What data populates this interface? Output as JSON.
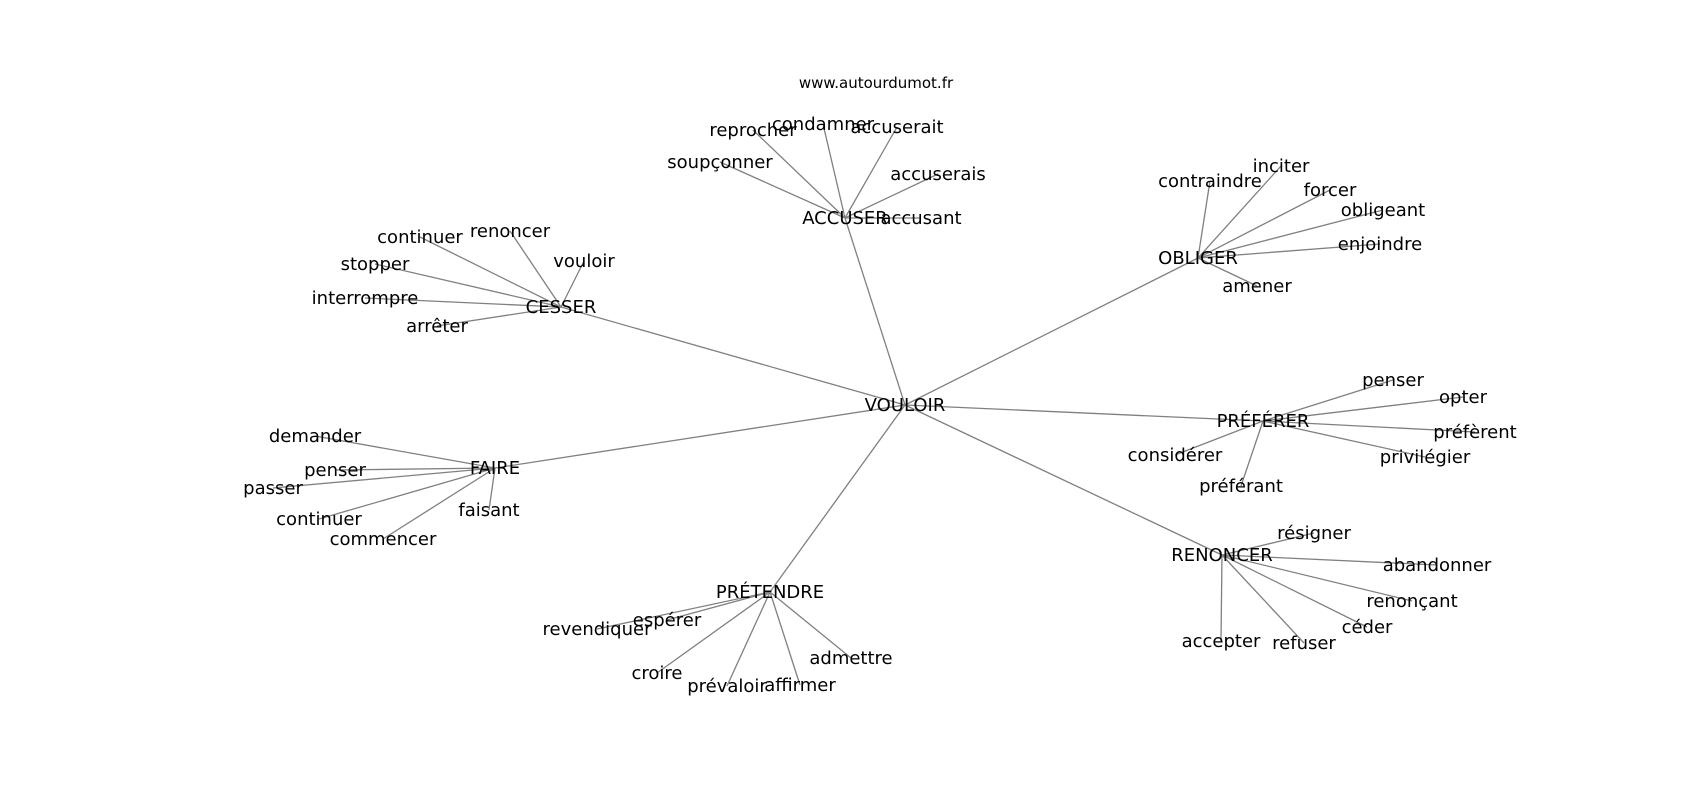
{
  "source_label": "www.autourdumot.fr",
  "edge_color": "#808080",
  "root": "VOULOIR",
  "groups": [
    {
      "label": "CESSER",
      "children": [
        "continuer",
        "renoncer",
        "vouloir",
        "stopper",
        "interrompre",
        "arrêter"
      ]
    },
    {
      "label": "ACCUSER",
      "children": [
        "reprocher",
        "condamner",
        "accuserait",
        "soupçonner",
        "accuserais",
        "accusant"
      ]
    },
    {
      "label": "OBLIGER",
      "children": [
        "contraindre",
        "inciter",
        "forcer",
        "obligeant",
        "enjoindre",
        "amener"
      ]
    },
    {
      "label": "PRÉFÉRER",
      "children": [
        "penser",
        "opter",
        "préfèrent",
        "privilégier",
        "considérer",
        "préférant"
      ]
    },
    {
      "label": "RENONCER",
      "children": [
        "résigner",
        "abandonner",
        "renonçant",
        "céder",
        "refuser",
        "accepter"
      ]
    },
    {
      "label": "PRÉTENDRE",
      "children": [
        "espérer",
        "revendiquer",
        "croire",
        "prévaloir",
        "affirmer",
        "admettre"
      ]
    },
    {
      "label": "FAIRE",
      "children": [
        "demander",
        "penser",
        "passer",
        "continuer",
        "commencer",
        "faisant"
      ]
    }
  ]
}
